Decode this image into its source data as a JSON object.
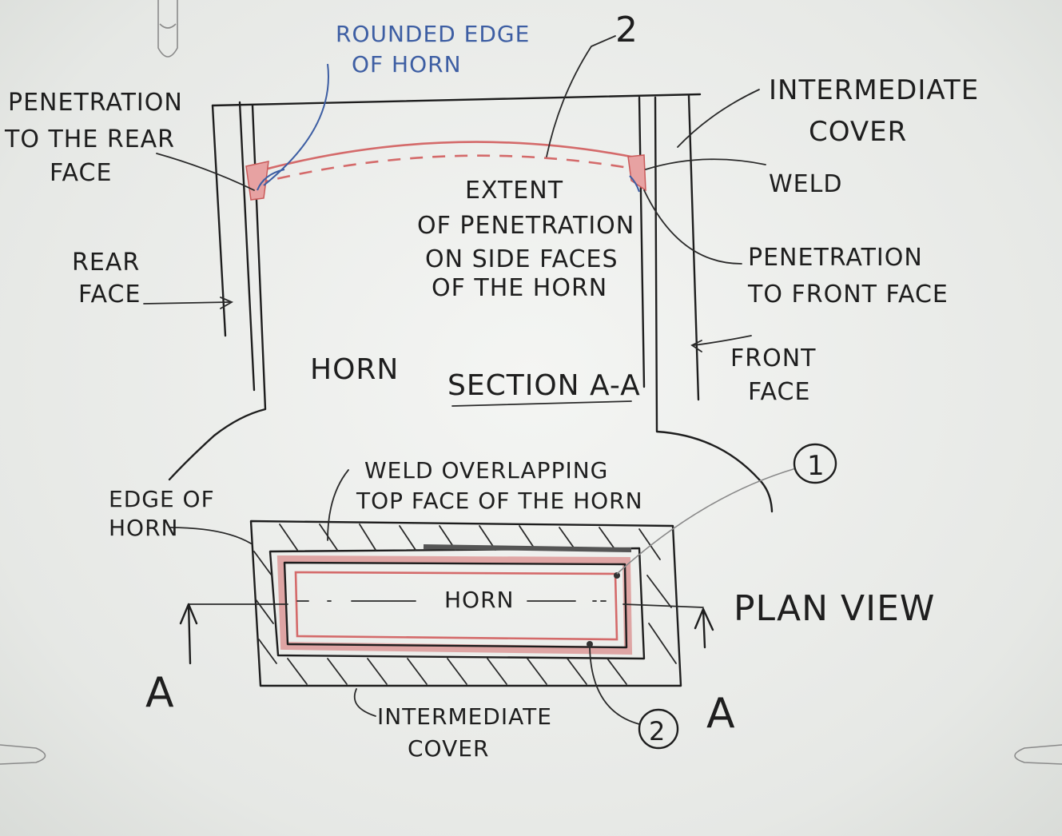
{
  "labels": {
    "rounded_edge": [
      "ROUNDED EDGE",
      "OF HORN"
    ],
    "callout_2_top": "2",
    "penetration_rear": [
      "PENETRATION",
      "TO THE REAR",
      "FACE"
    ],
    "intermediate_cover_top": [
      "INTERMEDIATE",
      "COVER"
    ],
    "weld": "WELD",
    "extent": [
      "EXTENT",
      "OF PENETRATION",
      "ON SIDE FACES",
      "OF THE HORN"
    ],
    "penetration_front": [
      "PENETRATION",
      "TO FRONT FACE"
    ],
    "rear_face": [
      "REAR",
      "FACE"
    ],
    "horn_section": "HORN",
    "section_title": "SECTION A-A",
    "front_face": [
      "FRONT",
      "FACE"
    ],
    "edge_of_horn": [
      "EDGE OF",
      "HORN"
    ],
    "weld_overlapping": [
      "WELD OVERLAPPING",
      "TOP FACE OF THE HORN"
    ],
    "callout_1": "1",
    "horn_plan": "HORN",
    "plan_view": "PLAN VIEW",
    "callout_2_bottom": "2",
    "intermediate_cover_bottom": [
      "INTERMEDIATE",
      "COVER"
    ],
    "section_marker_left": "A",
    "section_marker_right": "A"
  },
  "colors": {
    "ink": "#1e1e1e",
    "weld_red": "#d46a6a",
    "blue_ink": "#3d5ea3",
    "board": "#eeefec"
  },
  "icons": {
    "binder_clip": "binder-clip-icon"
  }
}
